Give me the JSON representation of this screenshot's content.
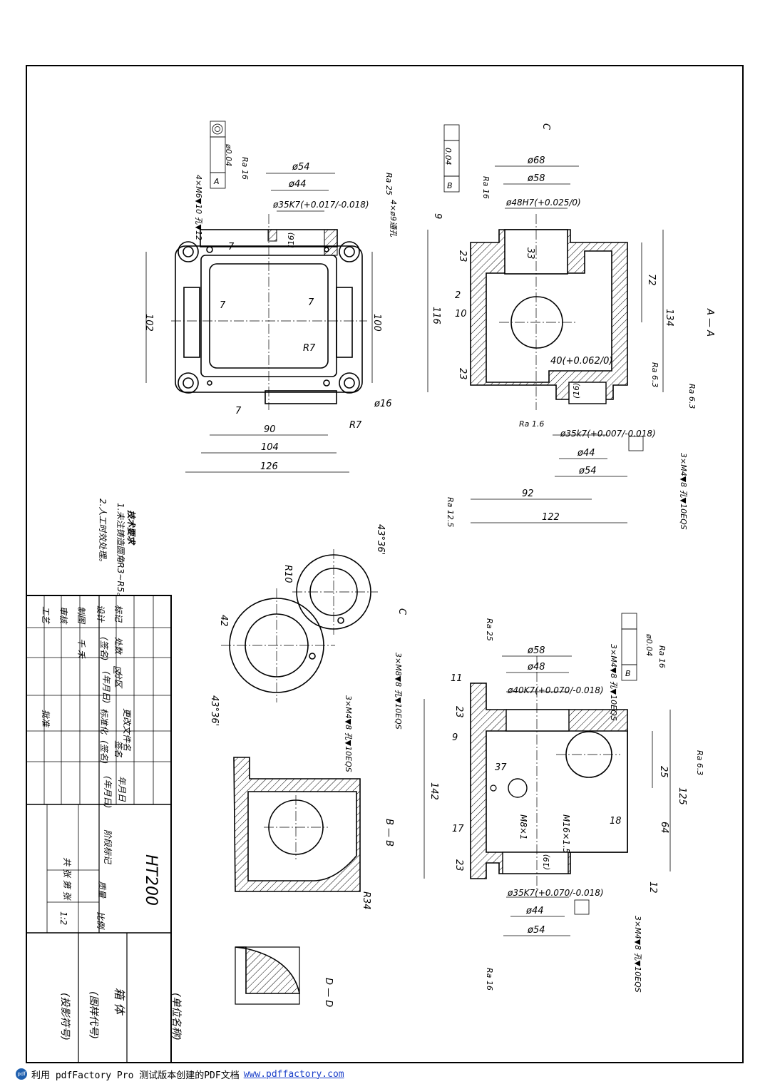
{
  "drawing": {
    "material": "HT200",
    "part_name": "箱 体",
    "unit_name": "(单位名称)",
    "drawing_code": "(图样代号)",
    "projection_symbol": "(投影符号)",
    "scale": "1:2",
    "sheet_info": "共 张 第 张",
    "title_block_labels": [
      "标记",
      "处数",
      "分区",
      "更改文件名",
      "签名",
      "年月日",
      "设计",
      "(签名)",
      "(年月日)",
      "标准化",
      "(签名)",
      "(年月日)",
      "制图",
      "审核",
      "工艺",
      "批准",
      "阶段标记",
      "质量",
      "比例",
      "千 禾",
      "区"
    ],
    "tech_req_title": "技术要求",
    "tech_req": [
      "1.未注铸造圆角R3~R5。",
      "2.人工时效处理。"
    ]
  },
  "views": {
    "section_AA": "A — A",
    "section_BB": "B — B",
    "section_DD": "D — D",
    "view_C": "C"
  },
  "dims": {
    "top": [
      "ø54",
      "ø44",
      "ø35K7(+0.017/-0.018)",
      "(16)",
      "102",
      "100",
      "90",
      "104",
      "126",
      "7",
      "7",
      "7",
      "7",
      "R7",
      "R7",
      "ø16",
      "4×M6▼10 孔▼12",
      "4×ø9通孔",
      "Ra 16",
      "Ra 25",
      "ø0.04",
      "A"
    ],
    "right": [
      "ø68",
      "ø58",
      "ø48H7(+0.025/0)",
      "0.04",
      "B",
      "Ra 16",
      "9",
      "33",
      "23",
      "23",
      "116",
      "2",
      "10",
      "72",
      "134",
      "40(+0.062/0)",
      "Ra 6.3",
      "Ra 6.3",
      "(16)",
      "Ra 1.6",
      "ø35k7(+0.007/-0.018)",
      "ø44",
      "ø54",
      "3×M4▼8 孔▼10EQS",
      "92",
      "122",
      "Ra 12.5"
    ],
    "middle": [
      "43°36'",
      "43°36'",
      "R10",
      "42",
      "3×M8▼8 孔▼10EQS",
      "3×M4▼8 孔▼10EQS"
    ],
    "lower": [
      "Ra 25",
      "ø58",
      "ø48",
      "ø40K7(+0.070/-0.018)",
      "3×M4▼8 孔▼10EQS",
      "ø0.04",
      "B",
      "Ra 16",
      "11",
      "23",
      "9",
      "142",
      "37",
      "M8×1",
      "M16×1.5",
      "25",
      "125",
      "Ra 6.3",
      "18",
      "64",
      "17",
      "(19)",
      "23",
      "12",
      "ø35K7(+0.070/-0.018)",
      "ø44",
      "ø54",
      "Ra 16",
      "3×M4▼8 孔▼10EQS",
      "R34"
    ]
  },
  "footer": {
    "logo": "pdf",
    "text": "利用 pdfFactory Pro 测试版本创建的PDF文档",
    "link": "www.pdffactory.com"
  }
}
